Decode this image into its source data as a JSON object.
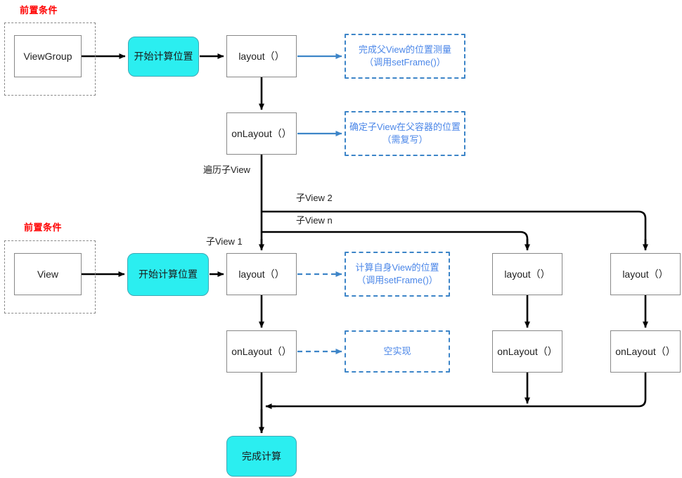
{
  "diagram": {
    "title": "View layout() flow",
    "colors": {
      "terminal_fill": "#2BEEF0",
      "note_stroke": "#3d85c8",
      "note_text": "#4a86e8",
      "group_label": "#ff0000",
      "edge_black": "#000000",
      "edge_blue": "#3d85c8",
      "box_stroke": "#888888"
    },
    "groups": [
      {
        "id": "group-viewgroup",
        "title": "前置条件"
      },
      {
        "id": "group-view",
        "title": "前置条件"
      }
    ],
    "nodes": {
      "viewgroup": "ViewGroup",
      "view": "View",
      "start_top": "开始计算位置",
      "start_bottom": "开始计算位置",
      "layout_top": "layout（）",
      "onlayout_top": "onLayout（）",
      "layout_child1": "layout（）",
      "onlayout_child1": "onLayout（）",
      "layout_child2": "layout（）",
      "onlayout_child2": "onLayout（）",
      "layout_childn": "layout（）",
      "onlayout_childn": "onLayout（）",
      "finish": "完成计算"
    },
    "notes": {
      "note_parent_layout_l1": "完成父View的位置测量",
      "note_parent_layout_l2": "（调用setFrame()）",
      "note_parent_onlayout_l1": "确定子View在父容器的位置",
      "note_parent_onlayout_l2": "（需复写）",
      "note_child_layout_l1": "计算自身View的位置",
      "note_child_layout_l2": "（调用setFrame()）",
      "note_child_onlayout_l1": "空实现"
    },
    "edge_labels": {
      "traverse_children": "遍历子View",
      "child_2": "子View 2",
      "child_n": "子View n",
      "child_1": "子View 1"
    }
  }
}
